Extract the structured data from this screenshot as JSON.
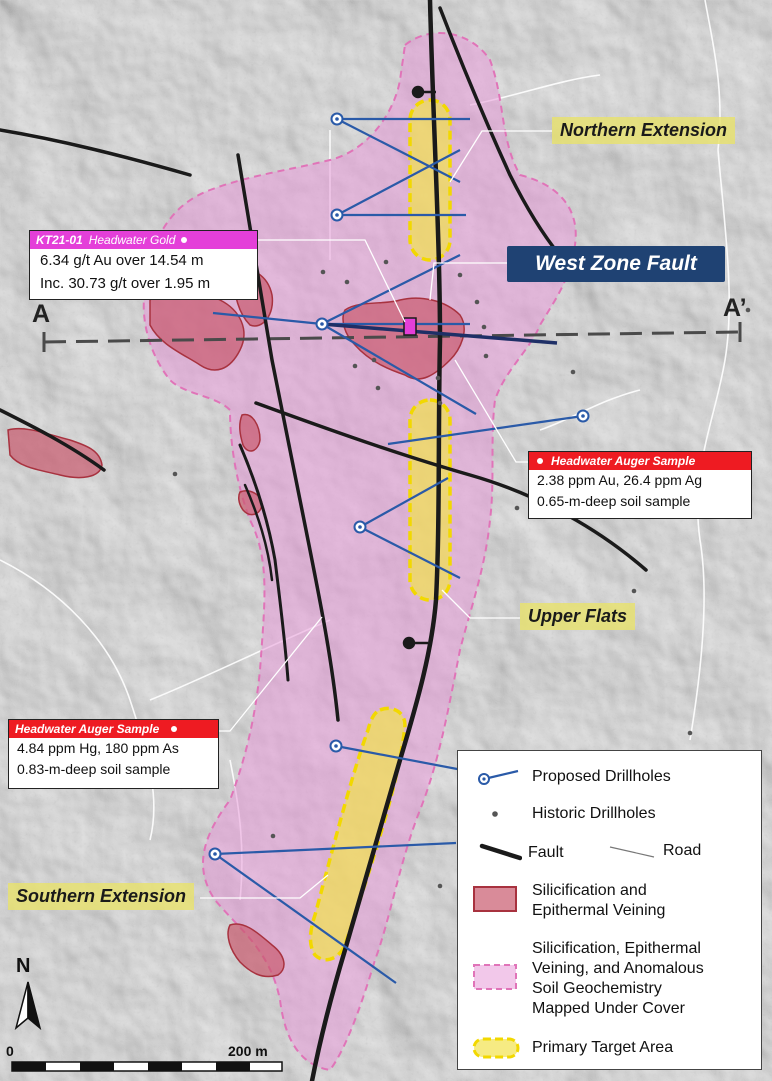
{
  "labels": {
    "northern_extension": "Northern Extension",
    "upper_flats": "Upper Flats",
    "southern_extension": "Southern Extension",
    "west_zone_fault": "West Zone Fault",
    "section_a": "A",
    "section_a_prime": "A’"
  },
  "callouts": {
    "kt21": {
      "hole_id": "KT21-01",
      "project": "Headwater Gold",
      "line1": "6.34 g/t Au over 14.54 m",
      "line2": "Inc. 30.73 g/t over 1.95 m"
    },
    "auger_north": {
      "title": "Headwater Auger Sample",
      "line1": "2.38 ppm Au, 26.4 ppm Ag",
      "line2": "0.65-m-deep soil sample"
    },
    "auger_south": {
      "title": "Headwater Auger Sample",
      "line1": "4.84 ppm Hg, 180 ppm As",
      "line2": "0.83-m-deep soil sample"
    }
  },
  "legend": {
    "proposed": "Proposed Drillholes",
    "historic": "Historic Drillholes",
    "fault": "Fault",
    "road": "Road",
    "silicification_line1": "Silicification and",
    "silicification_line2": "Epithermal Veining",
    "cover_line1": "Silicification, Epithermal",
    "cover_line2": "Veining, and Anomalous",
    "cover_line3": "Soil Geochemistry",
    "cover_line4": "Mapped Under Cover",
    "target": "Primary Target Area"
  },
  "north_arrow": "N",
  "scale_bar": {
    "start": "0",
    "end": "200 m"
  },
  "colors": {
    "pink_zone": "#e79ad8",
    "pink_border": "#e074b8",
    "silicification": "#c95a6e",
    "target": "#f2e24e",
    "drill": "#2a5aa8",
    "fault": "#1a1a1a",
    "fault_label_bg": "#1f4273",
    "kt_header": "#e43fd9",
    "auger_header": "#ee1b22",
    "target_label_bg": "#e8e26e"
  }
}
